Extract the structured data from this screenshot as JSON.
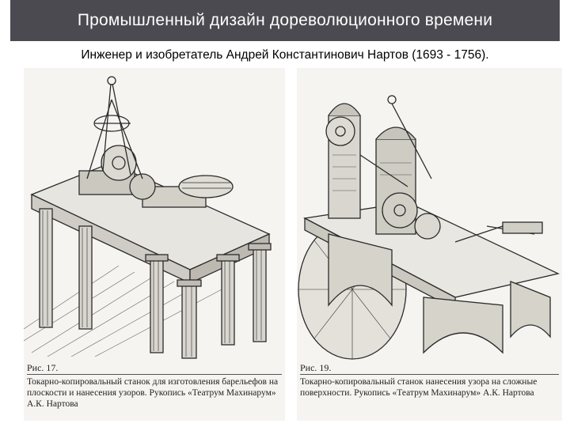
{
  "header": {
    "title": "Промышленный дизайн дореволюционного времени"
  },
  "subtitle": "Инженер и изобретатель Андрей Константинович Нартов (1693 - 1756).",
  "figures": [
    {
      "number": "Рис. 17.",
      "caption": "Токарно-копировальный станок для изготовления барельефов на плоскости и нанесения узоров. Рукопись «Театрум Махинарум» А.К. Нартова"
    },
    {
      "number": "Рис. 19.",
      "caption": "Токарно-копировальный станок нанесения узора на сложные поверхности. Рукопись «Театрум Махинарум» А.К. Нартова"
    }
  ],
  "colors": {
    "title_bar": "#4a4a50",
    "title_text": "#ffffff",
    "engraving_ink": "#2b2b2b",
    "paper": "#f5f4f1"
  }
}
